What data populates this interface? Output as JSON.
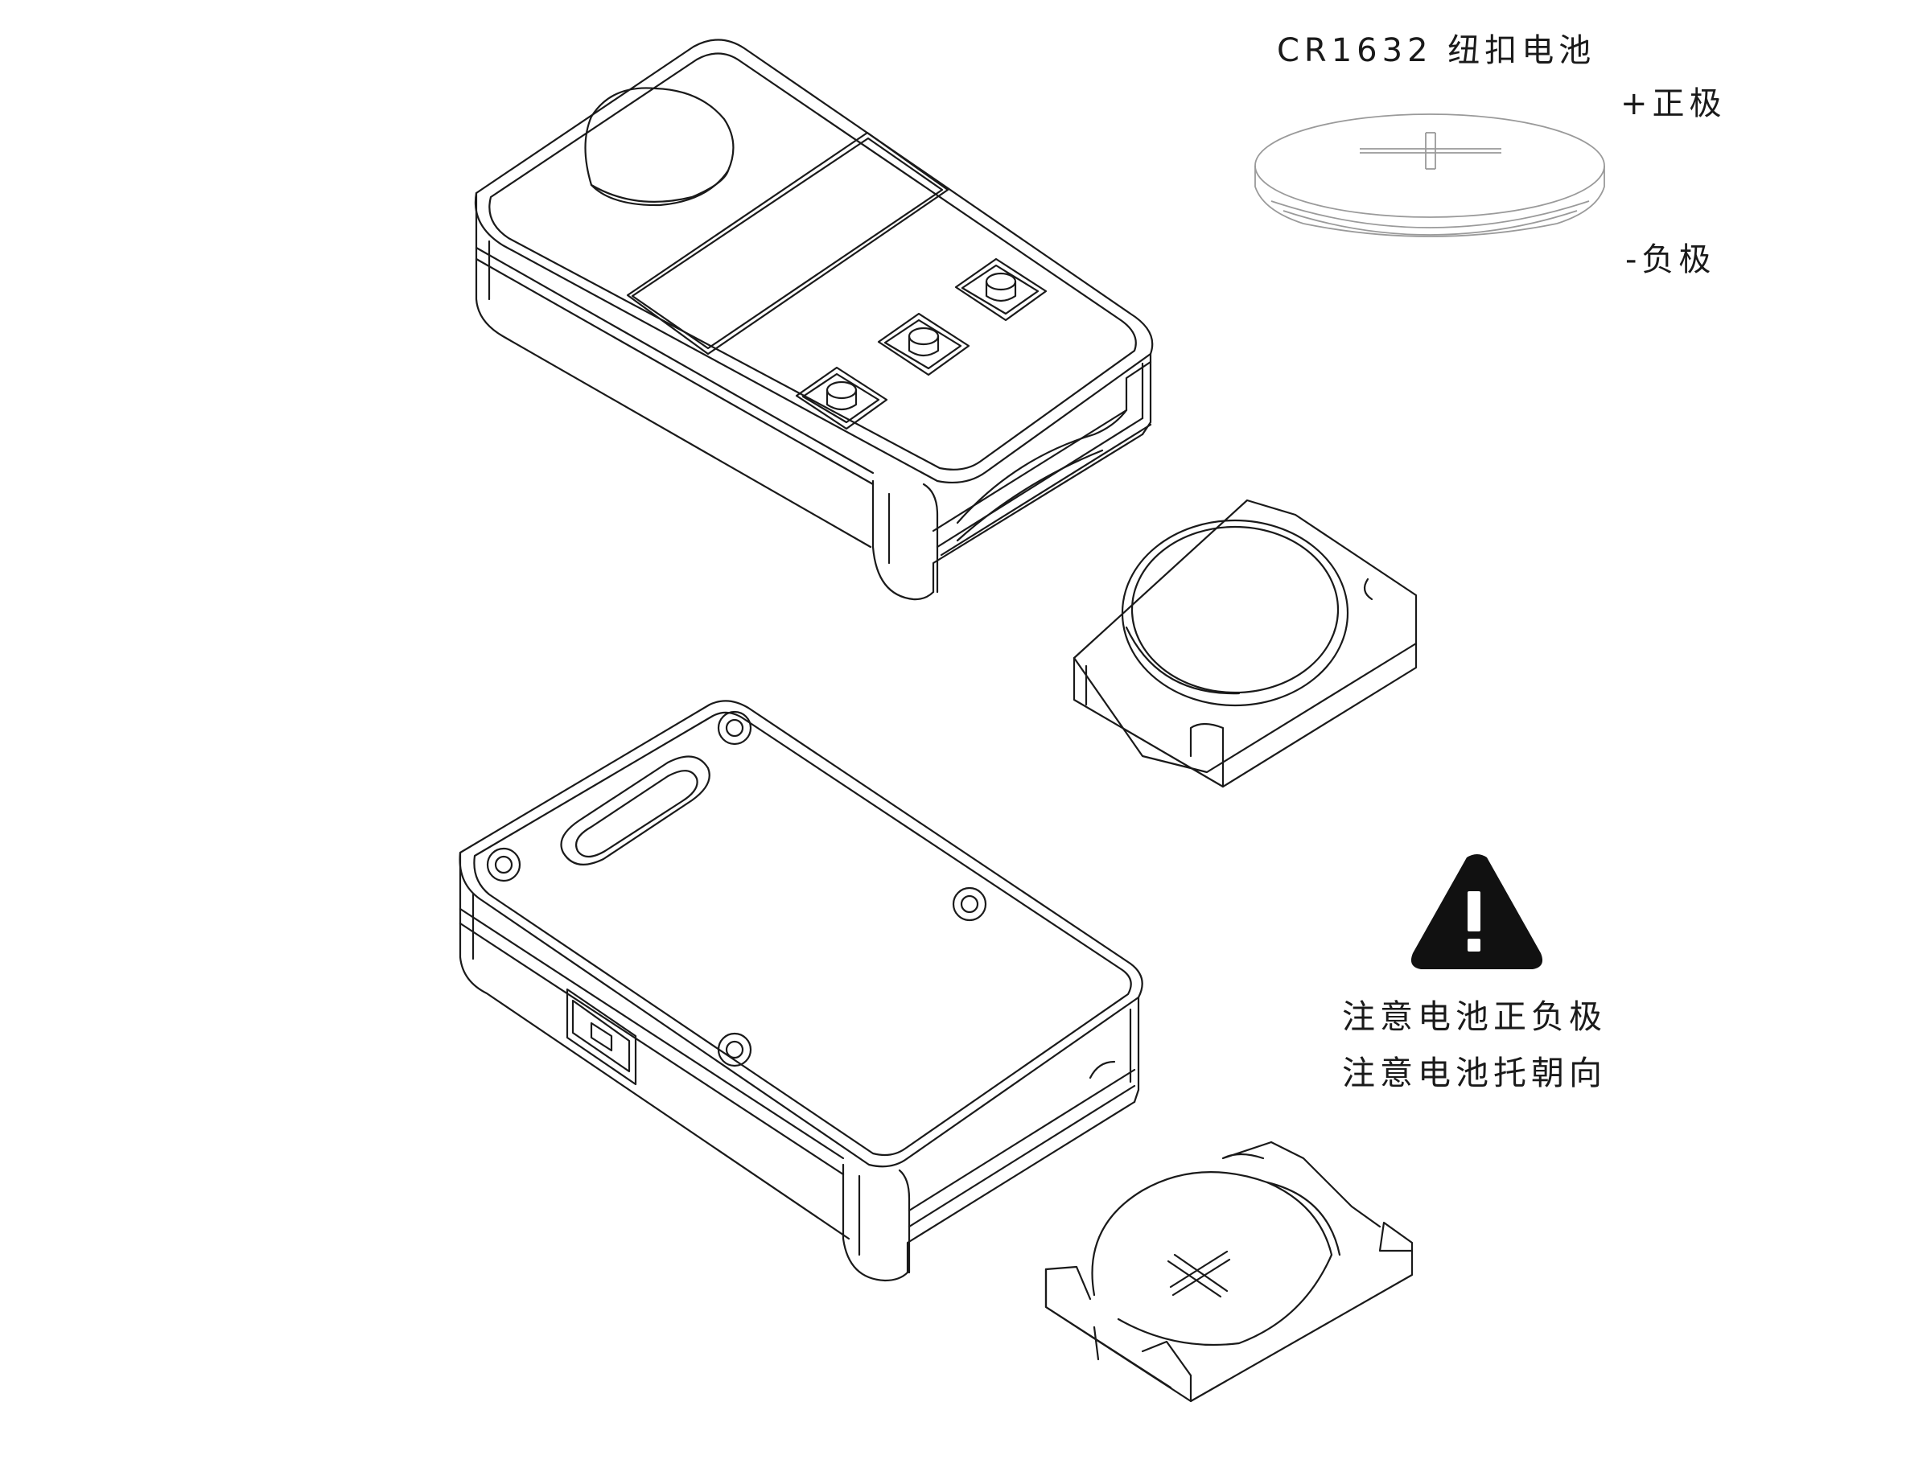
{
  "battery": {
    "title": "CR1632 纽扣电池",
    "positive_label": "+正极",
    "negative_label": "-负极"
  },
  "warning": {
    "icon": "warning-triangle-icon",
    "line1": "注意电池正负极",
    "line2": "注意电池托朝向"
  },
  "colors": {
    "line": "#1a1a1a",
    "battery_line": "#9a9a9a",
    "background": "#ffffff"
  }
}
